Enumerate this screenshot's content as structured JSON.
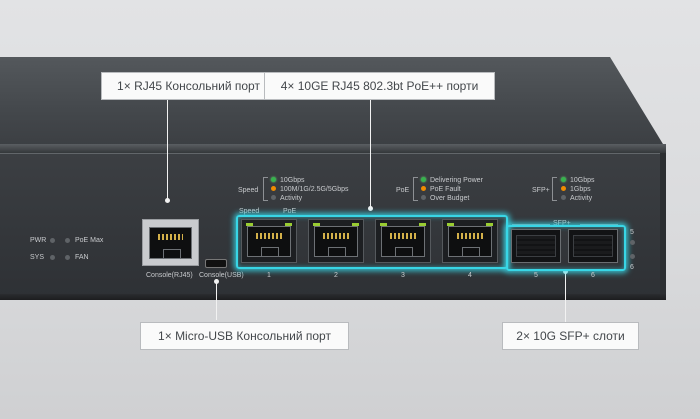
{
  "callouts": {
    "rj45_console": "1× RJ45 Консольний порт",
    "poe_ports": "4× 10GE RJ45 802.3bt PoE++ порти",
    "usb_console": "1× Micro-USB Консольний порт",
    "sfp_slots": "2× 10G SFP+ слоти"
  },
  "system_leds": {
    "pwr": "PWR",
    "sys": "SYS",
    "poe_max": "PoE Max",
    "fan": "FAN"
  },
  "speed_legend": {
    "title": "Speed",
    "items": [
      "10Gbps",
      "100M/1G/2.5G/5Gbps",
      "Activity"
    ]
  },
  "poe_legend": {
    "title": "PoE",
    "items": [
      "Delivering Power",
      "PoE Fault",
      "Over Budget"
    ]
  },
  "sfp_legend": {
    "title": "SFP+",
    "items": [
      "10Gbps",
      "1Gbps",
      "Activity"
    ]
  },
  "port_header": {
    "speed": "Speed",
    "poe": "PoE",
    "sfp": "SFP+"
  },
  "console_labels": {
    "rj45": "Console(RJ45)",
    "usb": "Console(USB)"
  },
  "port_numbers": [
    "1",
    "2",
    "3",
    "4",
    "5",
    "6"
  ],
  "side_numbers": [
    "5",
    "6"
  ],
  "colors": {
    "link_green": "#37b24d",
    "fault_orange": "#f08c00",
    "highlight_cyan": "#38d6e6"
  }
}
